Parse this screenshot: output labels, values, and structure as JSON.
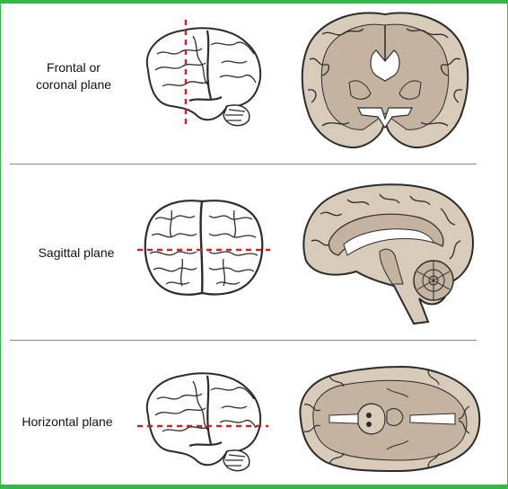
{
  "figure": {
    "colors": {
      "tissue": "#d9cbb9",
      "tissue_inner": "#c4b3a0",
      "outline": "#2b2b2b",
      "cut_line": "#c0272d",
      "frame": "#39b54a"
    },
    "planes": [
      {
        "id": "frontal",
        "label_line1": "Frontal or",
        "label_line2": "coronal plane",
        "cut": "vertical"
      },
      {
        "id": "sagittal",
        "label": "Sagittal plane",
        "cut": "horizontal"
      },
      {
        "id": "horizontal",
        "label": "Horizontal plane",
        "cut": "horizontal"
      }
    ]
  }
}
